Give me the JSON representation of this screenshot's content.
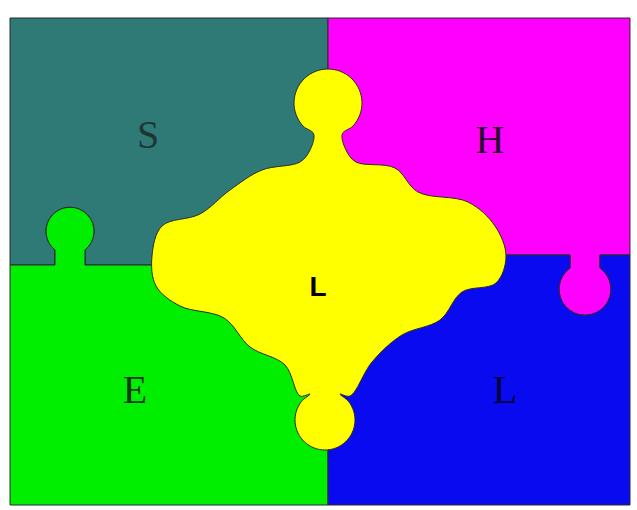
{
  "diagram": {
    "nodes": [
      {
        "text": [
          "S"
        ]
      },
      {
        "text": [
          "H"
        ]
      },
      {
        "text": [
          "L"
        ]
      },
      {
        "text": [
          "E"
        ]
      },
      {
        "text": [
          "L"
        ]
      }
    ]
  }
}
